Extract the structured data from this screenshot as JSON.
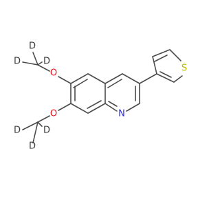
{
  "structure": {
    "atoms": {
      "d1": "D",
      "d2": "D",
      "d3": "D",
      "o1": "O",
      "o2": "O",
      "n1": "N",
      "s1": "S",
      "d4": "D",
      "d5": "D",
      "d6": "D"
    }
  },
  "colors": {
    "bond": "#4a4a4a",
    "deuterium": "#3a3a3a",
    "oxygen": "#e8111b",
    "nitrogen": "#2b2bd6",
    "sulfur": "#b8b800",
    "background": "#ffffff"
  }
}
